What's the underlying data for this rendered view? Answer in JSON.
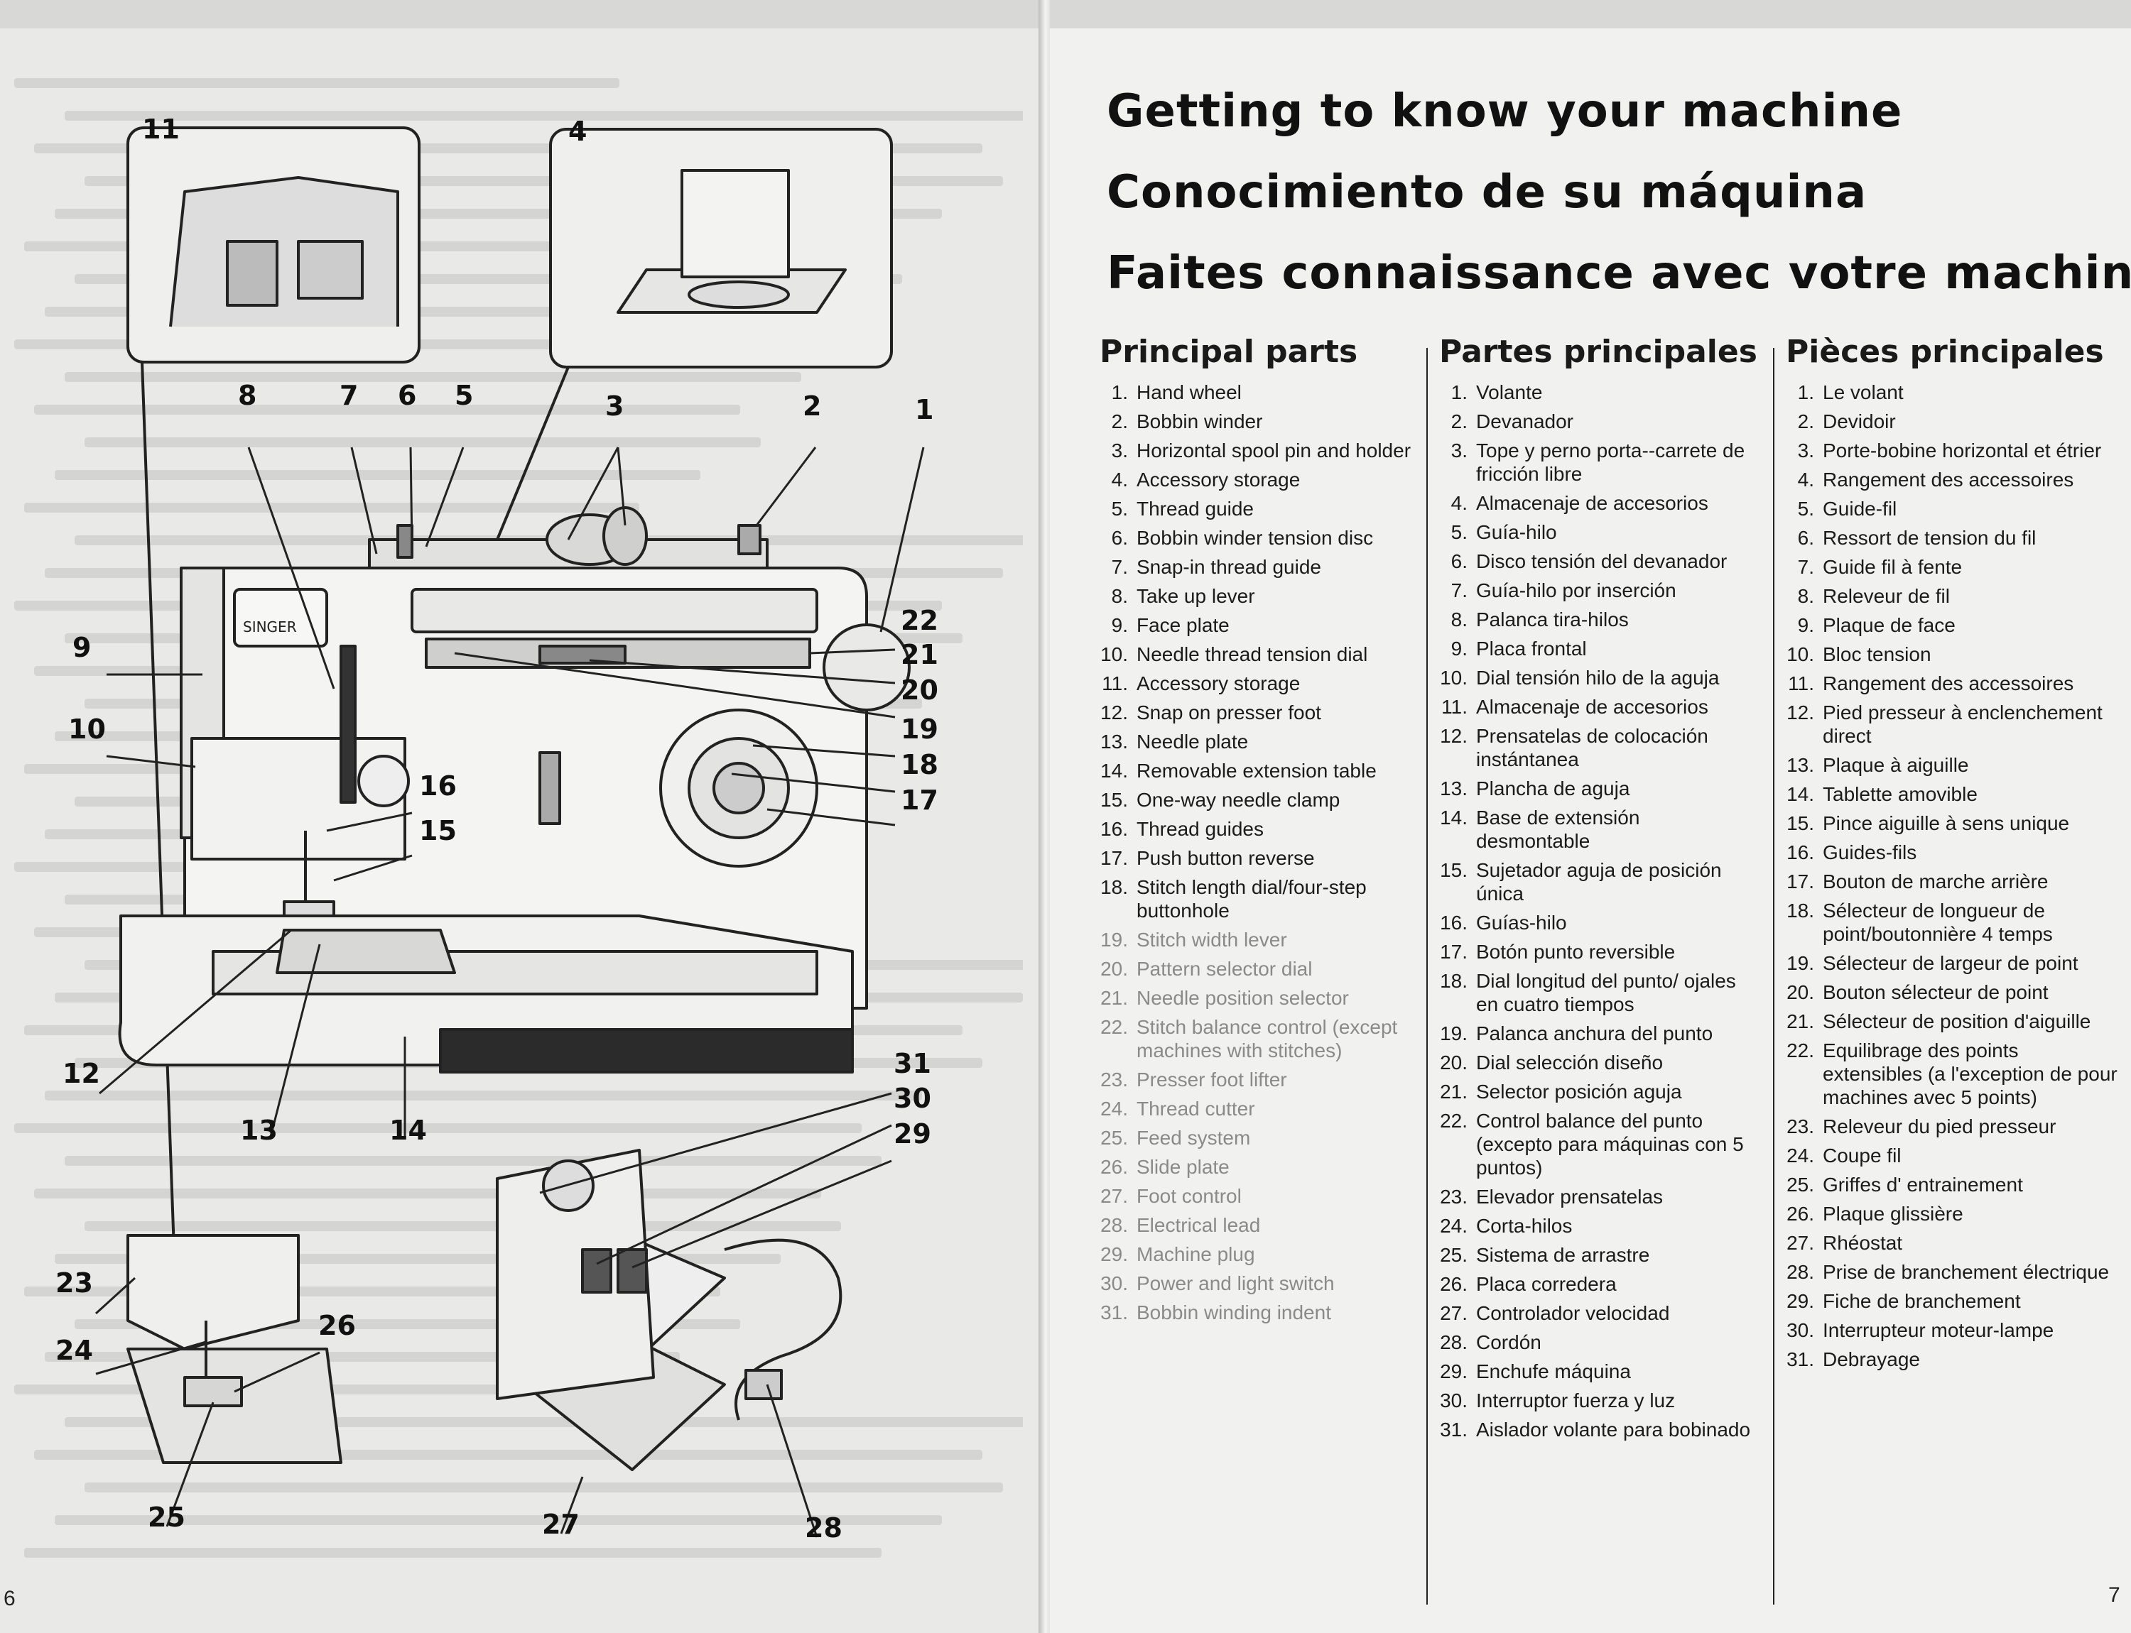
{
  "left_page": {
    "page_number": "6",
    "brand_label": "SINGER",
    "callouts": [
      "1",
      "2",
      "3",
      "4",
      "5",
      "6",
      "7",
      "8",
      "9",
      "10",
      "11",
      "12",
      "13",
      "14",
      "15",
      "16",
      "17",
      "18",
      "19",
      "20",
      "21",
      "22",
      "23",
      "24",
      "25",
      "26",
      "27",
      "28",
      "29",
      "30",
      "31"
    ]
  },
  "right_page": {
    "page_number": "7",
    "titles": [
      "Getting to know your machine",
      "Conocimiento de su máquina",
      "Faites connaissance avec votre machine"
    ],
    "columns": [
      {
        "heading": "Principal parts",
        "items": [
          {
            "n": "1.",
            "text": "Hand wheel"
          },
          {
            "n": "2.",
            "text": "Bobbin winder"
          },
          {
            "n": "3.",
            "text": "Horizontal spool pin and holder"
          },
          {
            "n": "4.",
            "text": "Accessory storage"
          },
          {
            "n": "5.",
            "text": "Thread guide"
          },
          {
            "n": "6.",
            "text": "Bobbin winder tension disc"
          },
          {
            "n": "7.",
            "text": "Snap-in thread guide"
          },
          {
            "n": "8.",
            "text": "Take up lever"
          },
          {
            "n": "9.",
            "text": "Face plate"
          },
          {
            "n": "10.",
            "text": "Needle thread tension dial"
          },
          {
            "n": "11.",
            "text": "Accessory storage"
          },
          {
            "n": "12.",
            "text": "Snap on presser foot"
          },
          {
            "n": "13.",
            "text": "Needle plate"
          },
          {
            "n": "14.",
            "text": "Removable extension table"
          },
          {
            "n": "15.",
            "text": "One-way needle clamp"
          },
          {
            "n": "16.",
            "text": "Thread guides"
          },
          {
            "n": "17.",
            "text": "Push button reverse"
          },
          {
            "n": "18.",
            "text": "Stitch length dial/four-step buttonhole"
          },
          {
            "n": "19.",
            "text": "Stitch width lever"
          },
          {
            "n": "20.",
            "text": "Pattern selector dial"
          },
          {
            "n": "21.",
            "text": "Needle position selector"
          },
          {
            "n": "22.",
            "text": "Stitch balance control (except machines with stitches)"
          },
          {
            "n": "23.",
            "text": "Presser foot lifter"
          },
          {
            "n": "24.",
            "text": "Thread cutter"
          },
          {
            "n": "25.",
            "text": "Feed system"
          },
          {
            "n": "26.",
            "text": "Slide plate"
          },
          {
            "n": "27.",
            "text": "Foot control"
          },
          {
            "n": "28.",
            "text": "Electrical lead"
          },
          {
            "n": "29.",
            "text": "Machine plug"
          },
          {
            "n": "30.",
            "text": "Power and light switch"
          },
          {
            "n": "31.",
            "text": "Bobbin winding indent"
          }
        ]
      },
      {
        "heading": "Partes principales",
        "items": [
          {
            "n": "1.",
            "text": "Volante"
          },
          {
            "n": "2.",
            "text": "Devanador"
          },
          {
            "n": "3.",
            "text": "Tope y perno porta--carrete de fricción libre"
          },
          {
            "n": "4.",
            "text": "Almacenaje de accesorios"
          },
          {
            "n": "5.",
            "text": "Guía-hilo"
          },
          {
            "n": "6.",
            "text": "Disco tensión del devanador"
          },
          {
            "n": "7.",
            "text": "Guía-hilo por inserción"
          },
          {
            "n": "8.",
            "text": "Palanca tira-hilos"
          },
          {
            "n": "9.",
            "text": "Placa frontal"
          },
          {
            "n": "10.",
            "text": "Dial tensión hilo de la aguja"
          },
          {
            "n": "11.",
            "text": "Almacenaje de accesorios"
          },
          {
            "n": "12.",
            "text": "Prensatelas de colocación instántanea"
          },
          {
            "n": "13.",
            "text": "Plancha de aguja"
          },
          {
            "n": "14.",
            "text": "Base de extensión desmontable"
          },
          {
            "n": "15.",
            "text": "Sujetador aguja de posición única"
          },
          {
            "n": "16.",
            "text": "Guías-hilo"
          },
          {
            "n": "17.",
            "text": "Botón punto reversible"
          },
          {
            "n": "18.",
            "text": "Dial longitud del punto/ ojales en cuatro tiempos"
          },
          {
            "n": "19.",
            "text": "Palanca anchura del punto"
          },
          {
            "n": "20.",
            "text": "Dial selección diseño"
          },
          {
            "n": "21.",
            "text": "Selector posición aguja"
          },
          {
            "n": "22.",
            "text": "Control balance del punto (excepto para máquinas con 5 puntos)"
          },
          {
            "n": "23.",
            "text": "Elevador prensatelas"
          },
          {
            "n": "24.",
            "text": "Corta-hilos"
          },
          {
            "n": "25.",
            "text": "Sistema de arrastre"
          },
          {
            "n": "26.",
            "text": "Placa corredera"
          },
          {
            "n": "27.",
            "text": "Controlador velocidad"
          },
          {
            "n": "28.",
            "text": "Cordón"
          },
          {
            "n": "29.",
            "text": "Enchufe máquina"
          },
          {
            "n": "30.",
            "text": "Interruptor fuerza y luz"
          },
          {
            "n": "31.",
            "text": "Aislador volante para bobinado"
          }
        ]
      },
      {
        "heading": "Pièces principales",
        "items": [
          {
            "n": "1.",
            "text": "Le volant"
          },
          {
            "n": "2.",
            "text": "Devidoir"
          },
          {
            "n": "3.",
            "text": "Porte-bobine horizontal et étrier"
          },
          {
            "n": "4.",
            "text": "Rangement des accessoires"
          },
          {
            "n": "5.",
            "text": "Guide-fil"
          },
          {
            "n": "6.",
            "text": "Ressort de tension du fil"
          },
          {
            "n": "7.",
            "text": "Guide fil à fente"
          },
          {
            "n": "8.",
            "text": "Releveur de fil"
          },
          {
            "n": "9.",
            "text": "Plaque de face"
          },
          {
            "n": "10.",
            "text": "Bloc tension"
          },
          {
            "n": "11.",
            "text": "Rangement des accessoires"
          },
          {
            "n": "12.",
            "text": "Pied presseur à enclenchement direct"
          },
          {
            "n": "13.",
            "text": "Plaque à aiguille"
          },
          {
            "n": "14.",
            "text": "Tablette amovible"
          },
          {
            "n": "15.",
            "text": "Pince aiguille à sens unique"
          },
          {
            "n": "16.",
            "text": "Guides-fils"
          },
          {
            "n": "17.",
            "text": "Bouton de marche arrière"
          },
          {
            "n": "18.",
            "text": "Sélecteur de longueur de point/boutonnière 4 temps"
          },
          {
            "n": "19.",
            "text": "Sélecteur de largeur de point"
          },
          {
            "n": "20.",
            "text": "Bouton sélecteur de point"
          },
          {
            "n": "21.",
            "text": "Sélecteur de position d'aiguille"
          },
          {
            "n": "22.",
            "text": "Equilibrage des points extensibles (a l'exception de pour machines avec 5 points)"
          },
          {
            "n": "23.",
            "text": "Releveur du pied presseur"
          },
          {
            "n": "24.",
            "text": "Coupe fil"
          },
          {
            "n": "25.",
            "text": "Griffes d' entrainement"
          },
          {
            "n": "26.",
            "text": "Plaque glissière"
          },
          {
            "n": "27.",
            "text": "Rhéostat"
          },
          {
            "n": "28.",
            "text": "Prise de branchement électrique"
          },
          {
            "n": "29.",
            "text": "Fiche de branchement"
          },
          {
            "n": "30.",
            "text": "Interrupteur moteur-lampe"
          },
          {
            "n": "31.",
            "text": "Debrayage"
          }
        ]
      }
    ]
  }
}
